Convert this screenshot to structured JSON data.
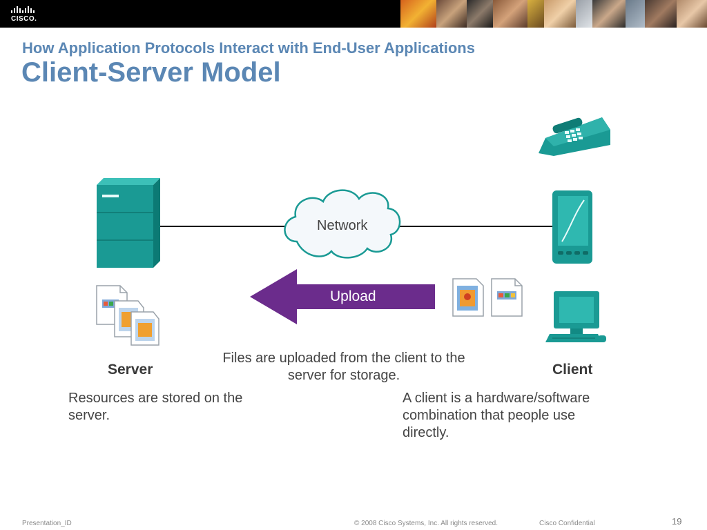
{
  "header": {
    "logo_text": "CISCO."
  },
  "slide": {
    "subtitle": "How Application Protocols Interact with End-User Applications",
    "title": "Client-Server Model"
  },
  "diagram": {
    "network_label": "Network",
    "upload_label": "Upload",
    "server_label": "Server",
    "client_label": "Client",
    "caption_upload": "Files are uploaded from the client to the server for storage.",
    "caption_server": "Resources are stored on the server.",
    "caption_client": "A client is a hardware/software combination that people use directly."
  },
  "footer": {
    "presentation_id": "Presentation_ID",
    "copyright": "© 2008 Cisco Systems, Inc. All rights reserved.",
    "confidential": "Cisco Confidential",
    "page_number": "19"
  },
  "colors": {
    "teal": "#1a9a94",
    "purple": "#6b2c8c",
    "title_blue": "#5b87b4"
  }
}
